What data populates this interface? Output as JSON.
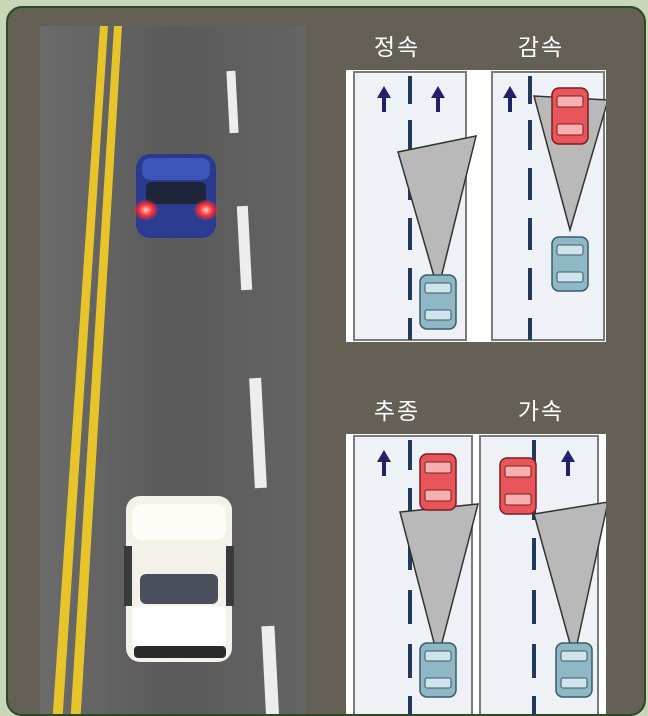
{
  "colors": {
    "frame_background": "#646056",
    "outer_background": "#c9d7b8",
    "frame_border": "#2e4a22",
    "lane_line": "#233a58",
    "arrow": "#22226a",
    "sensor_cone": "#b9b9b9",
    "own_car": "#8fb8c6",
    "lead_car": "#e8555a",
    "road_asphalt": "#5d5d5d",
    "center_line": "#e7c52a"
  },
  "photo": {
    "icon": "road-top-view-photo",
    "vehicles": [
      "blue-car",
      "white-car"
    ]
  },
  "scenarios": [
    {
      "label": "정속"
    },
    {
      "label": "감속"
    },
    {
      "label": "추종"
    },
    {
      "label": "가속"
    }
  ]
}
